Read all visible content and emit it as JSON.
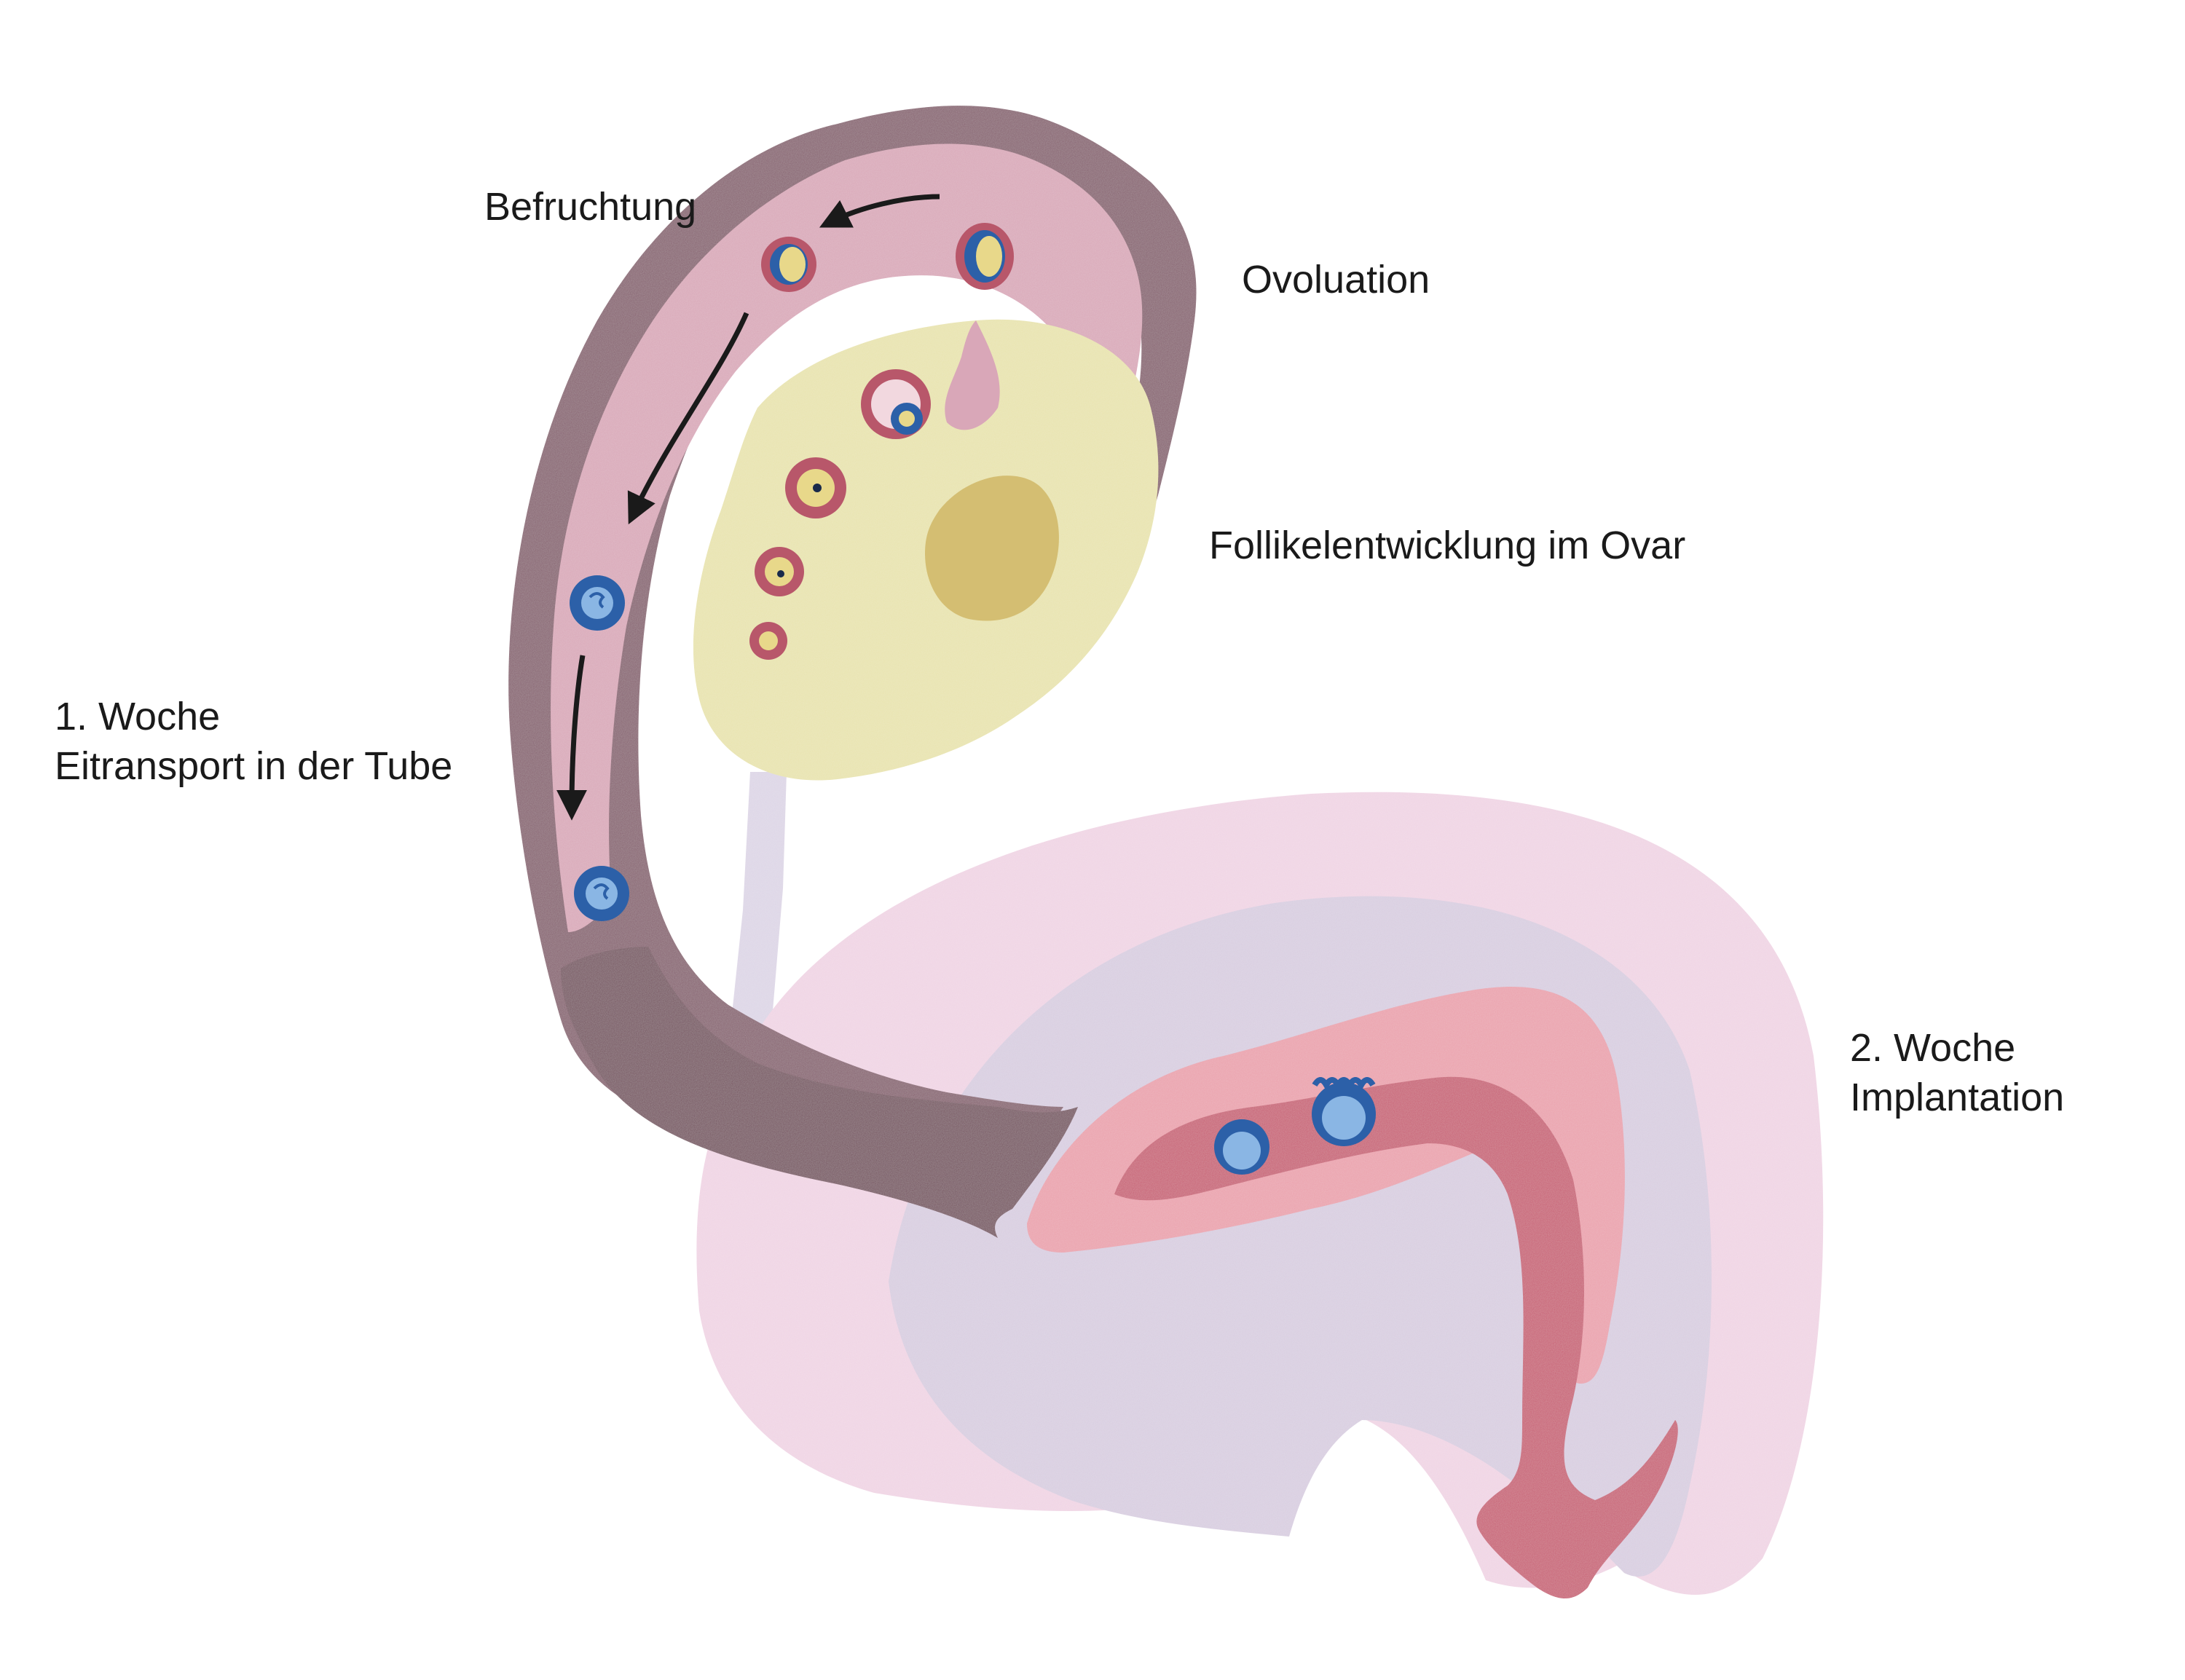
{
  "labels": {
    "befruchtung": "Befruchtung",
    "ovolution": "Ovoluation",
    "follikel": "Follikelentwicklung im Ovar",
    "woche1_line1": "1. Woche",
    "woche1_line2": "Eitransport in der Tube",
    "woche2_line1": "2. Woche",
    "woche2_line2": "Implantation"
  },
  "colors": {
    "tube_outer": "#86606e",
    "tube_inner": "#d9a7b8",
    "tube_lower": "#76525e",
    "ovary": "#e8e3ad",
    "corpus": "#d4be72",
    "follicle_ring": "#b8576a",
    "egg_yellow": "#e8d88a",
    "egg_blue": "#2c60a8",
    "egg_blue_light": "#8ab6e4",
    "uterus_outer": "#f0d4e4",
    "uterus_inner": "#d8cde0",
    "endometrium": "#eaa0ac",
    "cavity": "#c85f73",
    "ligament": "#ddd5e6"
  }
}
